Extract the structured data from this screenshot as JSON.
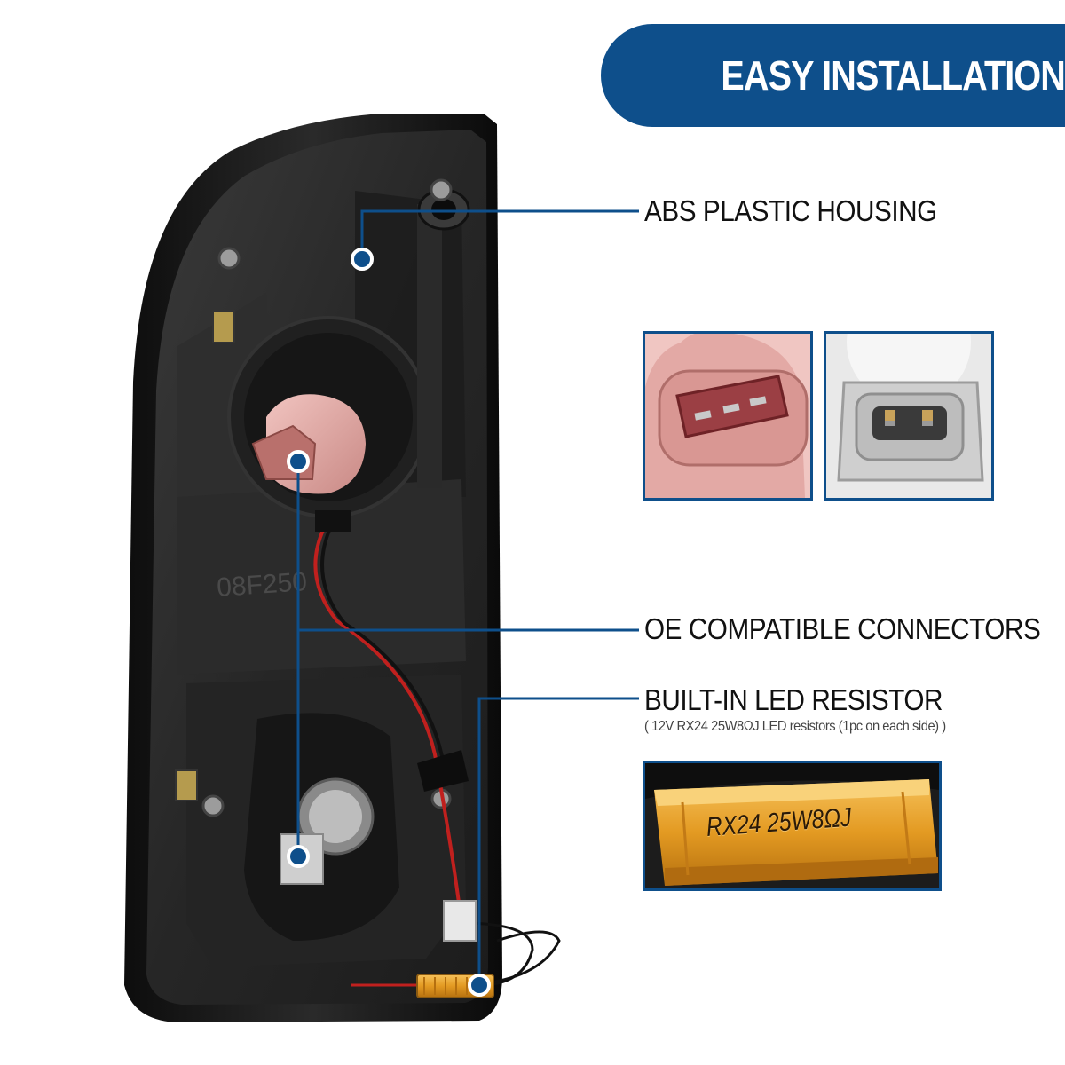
{
  "banner": {
    "title": "EASY INSTALLATION"
  },
  "callouts": {
    "housing": {
      "label": "ABS PLASTIC HOUSING"
    },
    "connectors": {
      "label": "OE COMPATIBLE CONNECTORS"
    },
    "resistor": {
      "label": "BUILT-IN LED RESISTOR",
      "sublabel": "( 12V RX24 25W8ΩJ LED resistors (1pc on each side) )"
    }
  },
  "product": {
    "housing_marking": "08F250"
  },
  "resistor_marking": "RX24 25W8ΩJ",
  "colors": {
    "accent": "#0e4f8b",
    "housing": "#1a1a1a",
    "socket_pink": "#e0a7a4",
    "resistor_gold": "#e39a22"
  }
}
